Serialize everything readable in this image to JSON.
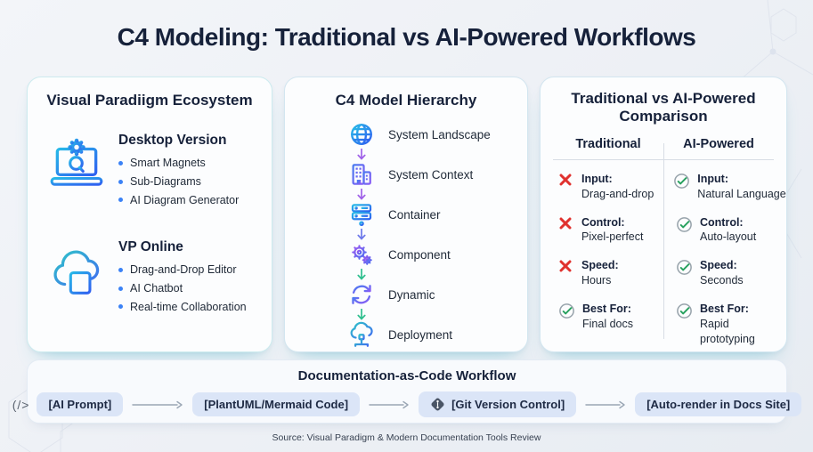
{
  "page": {
    "title": "C4 Modeling: Traditional vs AI-Powered Workflows",
    "footer": "Source: Visual Paradigm & Modern Documentation Tools Review"
  },
  "ecosystem_card": {
    "title": "Visual Paradiigm Ecosystem",
    "sections": [
      {
        "icon": "laptop-gear-icon",
        "heading": "Desktop Version",
        "bullets": [
          "Smart Magnets",
          "Sub-Diagrams",
          "AI Diagram Generator"
        ]
      },
      {
        "icon": "cloud-browser-icon",
        "heading": "VP Online",
        "bullets": [
          "Drag-and-Drop Editor",
          "AI Chatbot",
          "Real-time Collaboration"
        ]
      }
    ]
  },
  "hierarchy_card": {
    "title": "C4 Model Hierarchy",
    "levels": [
      {
        "icon": "globe-icon",
        "label": "System Landscape",
        "arrow_color": "#a062e8"
      },
      {
        "icon": "building-icon",
        "label": "System Context",
        "arrow_color": "#a062e8"
      },
      {
        "icon": "server-icon",
        "label": "Container",
        "arrow_color": "#6d79ea"
      },
      {
        "icon": "gears-icon",
        "label": "Component",
        "arrow_color": "#2fbf8f"
      },
      {
        "icon": "sync-icon",
        "label": "Dynamic",
        "arrow_color": "#2fbf8f"
      },
      {
        "icon": "cloud-node-icon",
        "label": "Deployment",
        "arrow_color": null
      }
    ]
  },
  "comparison_card": {
    "title_line1": "Traditional vs AI-Powered",
    "title_line2": "Comparison",
    "columns": [
      "Traditional",
      "AI-Powered"
    ],
    "rows": [
      {
        "left": {
          "status": "negative",
          "label": "Input:",
          "value": "Drag-and-drop"
        },
        "right": {
          "status": "positive",
          "label": "Input:",
          "value": "Natural Language"
        }
      },
      {
        "left": {
          "status": "negative",
          "label": "Control:",
          "value": "Pixel-perfect"
        },
        "right": {
          "status": "positive",
          "label": "Control:",
          "value": "Auto-layout"
        }
      },
      {
        "left": {
          "status": "negative",
          "label": "Speed:",
          "value": "Hours"
        },
        "right": {
          "status": "positive",
          "label": "Speed:",
          "value": "Seconds"
        }
      },
      {
        "left": {
          "status": "positive",
          "label": "Best For:",
          "value": "Final docs"
        },
        "right": {
          "status": "positive",
          "label": "Best For:",
          "value": "Rapid prototyping",
          "inline": true
        }
      }
    ]
  },
  "workflow": {
    "title": "Documentation-as-Code Workflow",
    "code_glyph": "(/>",
    "steps": [
      {
        "icon": "code-icon",
        "label": "[AI Prompt]"
      },
      {
        "icon": null,
        "label": "[PlantUML/Mermaid Code]"
      },
      {
        "icon": "git-icon",
        "label": "[Git Version Control]"
      },
      {
        "icon": null,
        "label": "[Auto-render in Docs Site]"
      }
    ]
  },
  "colors": {
    "title_text": "#16213a",
    "negative": "#e0312e",
    "positive": "#27a15e",
    "bullet_dot": "#3b82f6",
    "pill_bg": "#dbe5f7",
    "flow_arrow": "#9aa6b4",
    "icon_gradient_start": "#27b9e8",
    "icon_gradient_end": "#2f5ff0"
  }
}
